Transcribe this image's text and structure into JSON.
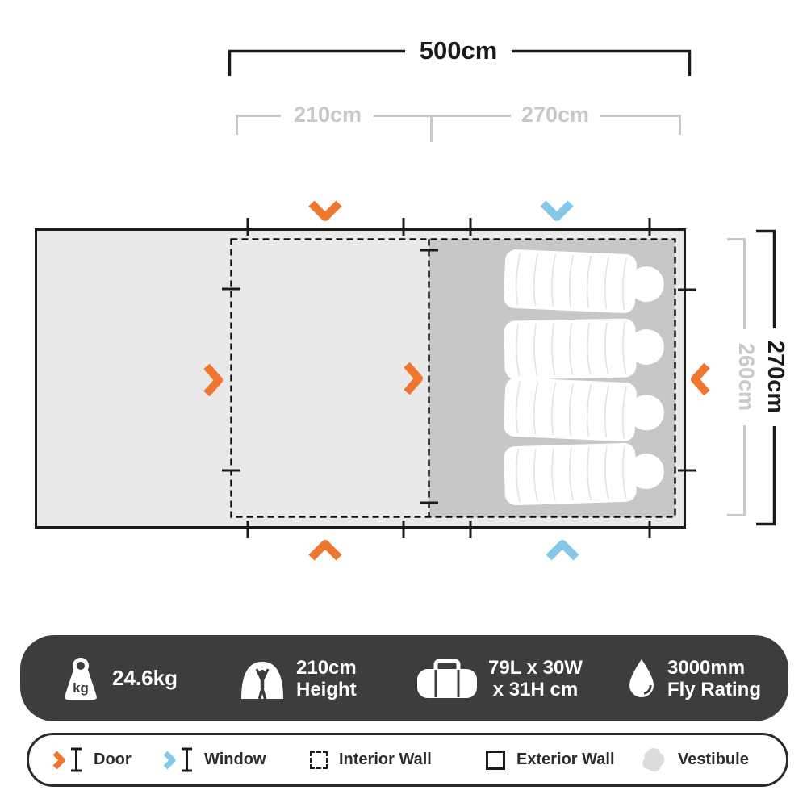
{
  "dimensions": {
    "total_width": "500cm",
    "left_section": "210cm",
    "right_section": "270cm",
    "inner_depth": "260cm",
    "outer_depth": "270cm"
  },
  "specs": {
    "weight_unit_badge": "kg",
    "weight": "24.6kg",
    "height_value": "210cm",
    "height_label": "Height",
    "packed_size_line1": "79L x 30W",
    "packed_size_line2": "x 31H cm",
    "fly_rating_value": "3000mm",
    "fly_rating_label": "Fly Rating"
  },
  "legend": {
    "door": "Door",
    "window": "Window",
    "interior_wall": "Interior Wall",
    "exterior_wall": "Exterior Wall",
    "vestibule": "Vestibule"
  },
  "colors": {
    "door_orange": "#EE762F",
    "window_blue": "#85C8E8",
    "floor_light_gray": "#E9E9E9",
    "sleep_area_gray": "#C7C7C7",
    "dimension_gray": "#C9C9C9",
    "spec_bar_charcoal": "#3D3D3D",
    "outline_black": "#1A1A1A",
    "vestibule_gray": "#DCDCDC"
  }
}
